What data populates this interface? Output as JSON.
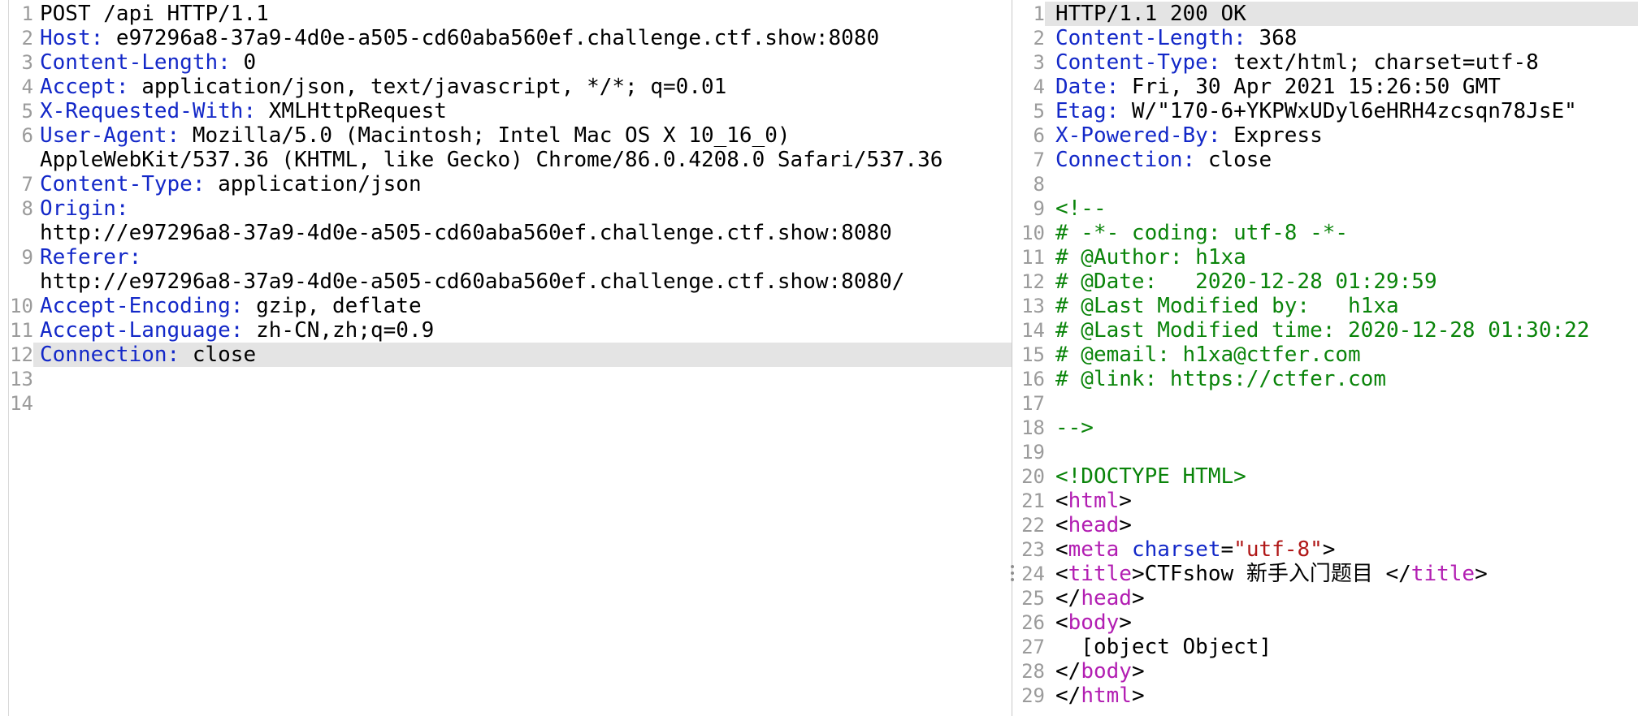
{
  "colors": {
    "plain": "#000000",
    "line_number": "#9b9b9b",
    "header_name": "#1328c8",
    "comment": "#0a840a",
    "tag": "#b21eb2",
    "attr": "#1328c8",
    "string": "#b01717",
    "punct": "#000000",
    "highlight_bg": "#e4e4e4",
    "divider": "#c9c9c9",
    "border": "#d9d9d9"
  },
  "token_names": {
    "p": "text-token",
    "h": "header-name-token",
    "c": "comment-token",
    "t": "tag-name-token",
    "a": "attribute-name-token",
    "s": "string-token",
    "b": "punctuation-token"
  },
  "request_pane": {
    "label": "http-request",
    "rows": [
      {
        "n": "1",
        "t": [
          [
            "p",
            "POST /api HTTP/1.1"
          ]
        ]
      },
      {
        "n": "2",
        "t": [
          [
            "h",
            "Host:"
          ],
          [
            "p",
            " e97296a8-37a9-4d0e-a505-cd60aba560ef.challenge.ctf.show:8080"
          ]
        ]
      },
      {
        "n": "3",
        "t": [
          [
            "h",
            "Content-Length:"
          ],
          [
            "p",
            " 0"
          ]
        ]
      },
      {
        "n": "4",
        "t": [
          [
            "h",
            "Accept:"
          ],
          [
            "p",
            " application/json, text/javascript, */*; q=0.01"
          ]
        ]
      },
      {
        "n": "5",
        "t": [
          [
            "h",
            "X-Requested-With:"
          ],
          [
            "p",
            " XMLHttpRequest"
          ]
        ]
      },
      {
        "n": "6",
        "t": [
          [
            "h",
            "User-Agent:"
          ],
          [
            "p",
            " Mozilla/5.0 (Macintosh; Intel Mac OS X 10_16_0)"
          ]
        ]
      },
      {
        "n": "",
        "t": [
          [
            "p",
            "AppleWebKit/537.36 (KHTML, like Gecko) Chrome/86.0.4208.0 Safari/537.36"
          ]
        ]
      },
      {
        "n": "7",
        "t": [
          [
            "h",
            "Content-Type:"
          ],
          [
            "p",
            " application/json"
          ]
        ]
      },
      {
        "n": "8",
        "t": [
          [
            "h",
            "Origin:"
          ]
        ]
      },
      {
        "n": "",
        "t": [
          [
            "p",
            "http://e97296a8-37a9-4d0e-a505-cd60aba560ef.challenge.ctf.show:8080"
          ]
        ]
      },
      {
        "n": "9",
        "t": [
          [
            "h",
            "Referer:"
          ]
        ]
      },
      {
        "n": "",
        "t": [
          [
            "p",
            "http://e97296a8-37a9-4d0e-a505-cd60aba560ef.challenge.ctf.show:8080/"
          ]
        ]
      },
      {
        "n": "10",
        "t": [
          [
            "h",
            "Accept-Encoding:"
          ],
          [
            "p",
            " gzip, deflate"
          ]
        ]
      },
      {
        "n": "11",
        "t": [
          [
            "h",
            "Accept-Language:"
          ],
          [
            "p",
            " zh-CN,zh;q=0.9"
          ]
        ]
      },
      {
        "n": "12",
        "hl": true,
        "t": [
          [
            "h",
            "Connection:"
          ],
          [
            "p",
            " close"
          ]
        ]
      },
      {
        "n": "13",
        "t": []
      },
      {
        "n": "14",
        "t": []
      }
    ]
  },
  "response_pane": {
    "label": "http-response",
    "rows": [
      {
        "n": "1",
        "hl": true,
        "t": [
          [
            "p",
            "HTTP/1.1 200 OK"
          ]
        ]
      },
      {
        "n": "2",
        "t": [
          [
            "h",
            "Content-Length:"
          ],
          [
            "p",
            " 368"
          ]
        ]
      },
      {
        "n": "3",
        "t": [
          [
            "h",
            "Content-Type:"
          ],
          [
            "p",
            " text/html; charset=utf-8"
          ]
        ]
      },
      {
        "n": "4",
        "t": [
          [
            "h",
            "Date:"
          ],
          [
            "p",
            " Fri, 30 Apr 2021 15:26:50 GMT"
          ]
        ]
      },
      {
        "n": "5",
        "t": [
          [
            "h",
            "Etag:"
          ],
          [
            "p",
            " W/\"170-6+YKPWxUDyl6eHRH4zcsqn78JsE\""
          ]
        ]
      },
      {
        "n": "6",
        "t": [
          [
            "h",
            "X-Powered-By:"
          ],
          [
            "p",
            " Express"
          ]
        ]
      },
      {
        "n": "7",
        "t": [
          [
            "h",
            "Connection:"
          ],
          [
            "p",
            " close"
          ]
        ]
      },
      {
        "n": "8",
        "t": []
      },
      {
        "n": "9",
        "t": [
          [
            "c",
            "<!--"
          ]
        ]
      },
      {
        "n": "10",
        "t": [
          [
            "c",
            "# -*- coding: utf-8 -*-"
          ]
        ]
      },
      {
        "n": "11",
        "t": [
          [
            "c",
            "# @Author: h1xa"
          ]
        ]
      },
      {
        "n": "12",
        "t": [
          [
            "c",
            "# @Date:   2020-12-28 01:29:59"
          ]
        ]
      },
      {
        "n": "13",
        "t": [
          [
            "c",
            "# @Last Modified by:   h1xa"
          ]
        ]
      },
      {
        "n": "14",
        "t": [
          [
            "c",
            "# @Last Modified time: 2020-12-28 01:30:22"
          ]
        ]
      },
      {
        "n": "15",
        "t": [
          [
            "c",
            "# @email: h1xa@ctfer.com"
          ]
        ]
      },
      {
        "n": "16",
        "t": [
          [
            "c",
            "# @link: https://ctfer.com"
          ]
        ]
      },
      {
        "n": "17",
        "t": []
      },
      {
        "n": "18",
        "t": [
          [
            "c",
            "-->"
          ]
        ]
      },
      {
        "n": "19",
        "t": []
      },
      {
        "n": "20",
        "t": [
          [
            "c",
            "<!DOCTYPE HTML>"
          ]
        ]
      },
      {
        "n": "21",
        "t": [
          [
            "b",
            "<"
          ],
          [
            "t",
            "html"
          ],
          [
            "b",
            ">"
          ]
        ]
      },
      {
        "n": "22",
        "t": [
          [
            "b",
            "<"
          ],
          [
            "t",
            "head"
          ],
          [
            "b",
            ">"
          ]
        ]
      },
      {
        "n": "23",
        "t": [
          [
            "b",
            "<"
          ],
          [
            "t",
            "meta"
          ],
          [
            "p",
            " "
          ],
          [
            "a",
            "charset"
          ],
          [
            "b",
            "="
          ],
          [
            "s",
            "\"utf-8\""
          ],
          [
            "b",
            ">"
          ]
        ]
      },
      {
        "n": "24",
        "t": [
          [
            "b",
            "<"
          ],
          [
            "t",
            "title"
          ],
          [
            "b",
            ">"
          ],
          [
            "p",
            "CTFshow 新手入门题目 "
          ],
          [
            "b",
            "</"
          ],
          [
            "t",
            "title"
          ],
          [
            "b",
            ">"
          ]
        ]
      },
      {
        "n": "25",
        "t": [
          [
            "b",
            "</"
          ],
          [
            "t",
            "head"
          ],
          [
            "b",
            ">"
          ]
        ]
      },
      {
        "n": "26",
        "t": [
          [
            "b",
            "<"
          ],
          [
            "t",
            "body"
          ],
          [
            "b",
            ">"
          ]
        ]
      },
      {
        "n": "27",
        "t": [
          [
            "p",
            "  [object Object]"
          ]
        ]
      },
      {
        "n": "28",
        "t": [
          [
            "b",
            "</"
          ],
          [
            "t",
            "body"
          ],
          [
            "b",
            ">"
          ]
        ]
      },
      {
        "n": "29",
        "t": [
          [
            "b",
            "</"
          ],
          [
            "t",
            "html"
          ],
          [
            "b",
            ">"
          ]
        ]
      }
    ]
  }
}
